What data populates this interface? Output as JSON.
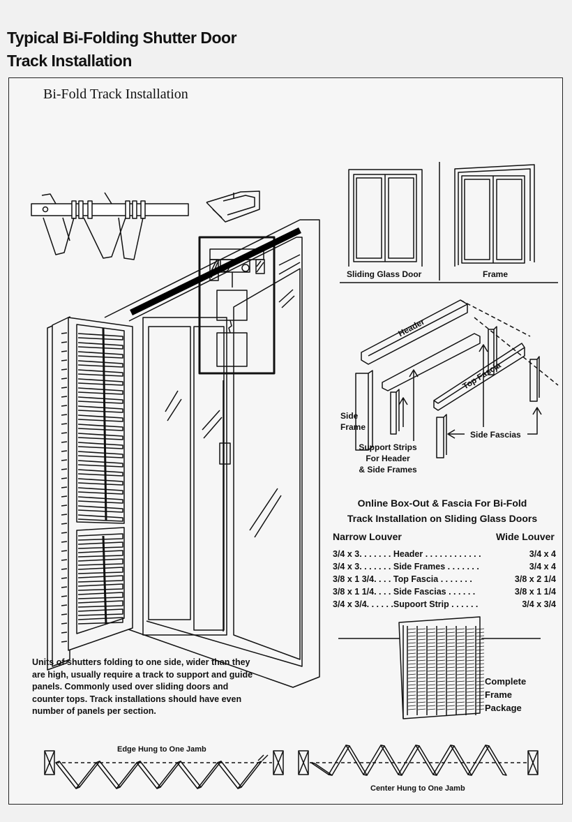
{
  "title_lines": [
    "Typical Bi-Folding Shutter Door",
    "Track Installation"
  ],
  "subtitle": "Bi-Fold Track Installation",
  "labels": {
    "sliding_glass_door": "Sliding Glass Door",
    "frame": "Frame",
    "header": "Header",
    "top_fascia": "Top Fascia",
    "side_frame": "Side Frame",
    "side_fascias": "Side Fascias",
    "support_strips": [
      "Support Strips",
      "For Header",
      "& Side Frames"
    ]
  },
  "spec": {
    "heading": [
      "Online Box-Out & Fascia For Bi-Fold",
      "Track Installation on Sliding Glass Doors"
    ],
    "col_narrow": "Narrow Louver",
    "col_wide": "Wide Louver",
    "rows": [
      {
        "narrow": "3/4 x 3",
        "part": " . . . . . . . Header . . . . . . . . . . . .",
        "wide": "3/4 x 4"
      },
      {
        "narrow": "3/4 x 3",
        "part": " . . . . . . . Side Frames . . . . . . .",
        "wide": "3/4 x 4"
      },
      {
        "narrow": "3/8 x 1 3/4",
        "part": " . . . . Top Fascia . . . . . . .",
        "wide": "3/8 x 2 1/4"
      },
      {
        "narrow": "3/8 x 1 1/4",
        "part": " . . . . Side Fascias . . . . . .",
        "wide": "3/8 x 1 1/4"
      },
      {
        "narrow": "3/4 x 3/4",
        "part": " . . . . . .Supoort Strip . . . . . .",
        "wide": "3/4 x 3/4"
      }
    ]
  },
  "body_text": "Units of shutters folding to one side, wider than they are high, usually require a track to support and guide panels.  Commonly used over sliding doors and counter tops.  Track installations should have even number of panels per section.",
  "package_label": [
    "Complete",
    "Frame",
    "Package"
  ],
  "bottom": {
    "edge_hung": "Edge Hung to One Jamb",
    "center_hung": "Center Hung to One Jamb"
  }
}
